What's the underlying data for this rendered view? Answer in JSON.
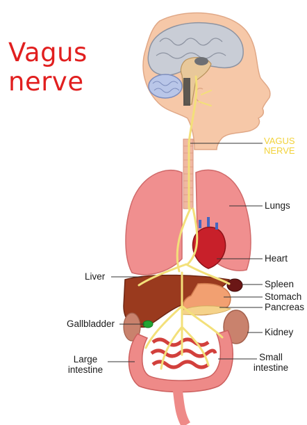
{
  "title": {
    "line1": "Vagus",
    "line2": "nerve"
  },
  "labels": {
    "vagus_line1": "VAGUS",
    "vagus_line2": "NERVE",
    "lungs": "Lungs",
    "heart": "Heart",
    "liver": "Liver",
    "spleen": "Spleen",
    "stomach": "Stomach",
    "pancreas": "Pancreas",
    "gallbladder": "Gallbladder",
    "kidney": "Kidney",
    "large_intestine_line1": "Large",
    "large_intestine_line2": "intestine",
    "small_intestine_line1": "Small",
    "small_intestine_line2": "intestine"
  },
  "colors": {
    "title": "#e11f1f",
    "nerve": "#f3e07a",
    "skin": "#f6c8a8",
    "lung": "#f08f8f",
    "heart": "#c8202a",
    "liver": "#9a3a1e",
    "intestine": "#ee8a88"
  }
}
